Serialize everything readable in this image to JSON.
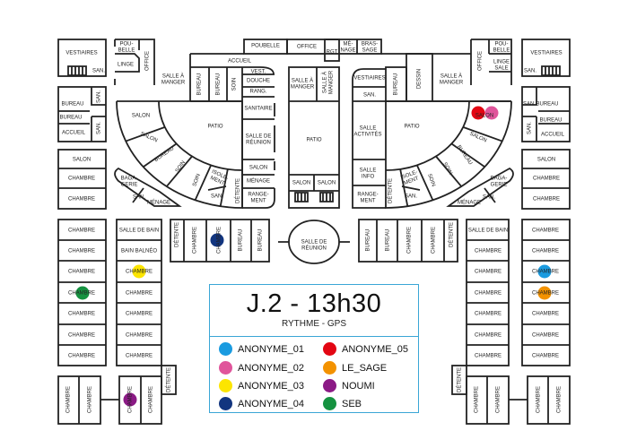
{
  "legend": {
    "title": "J.2 - 13h30",
    "subtitle": "RYTHME - GPS",
    "items": [
      {
        "name": "ANONYME_01",
        "color": "#1a9be0"
      },
      {
        "name": "ANONYME_02",
        "color": "#e0559b"
      },
      {
        "name": "ANONYME_03",
        "color": "#fce500"
      },
      {
        "name": "ANONYME_04",
        "color": "#12357f"
      },
      {
        "name": "ANONYME_05",
        "color": "#e30613"
      },
      {
        "name": "LE_SAGE",
        "color": "#f39200"
      },
      {
        "name": "NOUMI",
        "color": "#8b1a85"
      },
      {
        "name": "SEB",
        "color": "#159240"
      }
    ]
  },
  "rooms": [
    "VESTIAIRES",
    "SAN.",
    [
      "POU-",
      "BELLE"
    ],
    "LINGE",
    "OFFICE",
    [
      "SALLE À",
      "MANGER"
    ],
    "POUBELLE",
    "ACCUEIL",
    "BUREAU",
    "BUREAU",
    "SOIN",
    "VEST.",
    "DOUCHE",
    "RANG.",
    "SANITAIRE",
    [
      "SALLE DE",
      "RÉUNION"
    ],
    "SALON",
    "MÉNAGE",
    [
      "RANGE-",
      "MENT"
    ],
    "DÉTENTE",
    "PATIO",
    "SALON",
    "SALON",
    "BUREAU",
    "SOIN",
    "SOIN",
    [
      "ISOLE-",
      "MENT"
    ],
    "SAN.",
    [
      "BAGA-",
      "GERIE"
    ],
    "SAN.",
    "MÉNAGE",
    "BUREAU",
    "SAN.",
    "BUREAU",
    "ACCUEIL",
    "SAN.",
    "SALON",
    "CHAMBRE",
    "CHAMBRE",
    "OFFICE",
    "RGT",
    [
      "MÉ-",
      "NAGE"
    ],
    [
      "BRAS-",
      "SAGE"
    ],
    [
      "SALLE À",
      "MANGER"
    ],
    [
      "SALLE À",
      "MANGER"
    ],
    "PATIO",
    "SALON",
    "SALON",
    [
      "SALLE DE",
      "RÉUNION"
    ],
    "VESTIAIRES",
    "SAN.",
    "BUREAU",
    "DESSIN",
    [
      "SALLE À",
      "MANGER"
    ],
    "OFFICE",
    [
      "POU-",
      "BELLE"
    ],
    [
      "LINGE",
      "SALE"
    ],
    "VESTIAIRES",
    "SAN.",
    [
      "SALLE",
      "ACTIVITÉS"
    ],
    [
      "SALLE",
      "INFO"
    ],
    [
      "RANGE-",
      "MENT"
    ],
    "DÉTENTE",
    "PATIO",
    "SALON",
    "SALON",
    "BUREAU",
    "SOIN",
    "SOIN",
    [
      "ISOLE-",
      "MENT"
    ],
    "SAN.",
    [
      "BAGA-",
      "GERIE"
    ],
    "SAN.",
    "MÉNAGE",
    "SAN.",
    "BUREAU",
    "BUREAU",
    "SAN.",
    "ACCUEIL",
    "SALON",
    "CHAMBRE",
    "CHAMBRE",
    "CHAMBRE",
    "CHAMBRE",
    "CHAMBRE",
    "CHAMBRE",
    "CHAMBRE",
    "CHAMBRE",
    "CHAMBRE",
    "SALLE DE BAIN",
    "BAIN BALNÉO",
    "CHAMBRE",
    "CHAMBRE",
    "CHAMBRE",
    "CHAMBRE",
    "CHAMBRE",
    "DÉTENTE",
    "CHAMBRE",
    "CHAMBRE",
    "CHAMBRE",
    "CHAMBRE",
    "DÉTENTE",
    "CHAMBRE",
    "CHAMBRE",
    "BUREAU",
    "BUREAU",
    "BUREAU",
    "BUREAU",
    "CHAMBRE",
    "CHAMBRE",
    "DÉTENTE",
    "SALLE DE BAIN",
    "CHAMBRE",
    "CHAMBRE",
    "CHAMBRE",
    "CHAMBRE",
    "CHAMBRE",
    "CHAMBRE",
    "CHAMBRE",
    "CHAMBRE",
    "CHAMBRE",
    "CHAMBRE",
    "CHAMBRE",
    "CHAMBRE",
    "CHAMBRE",
    "DÉTENTE",
    "CHAMBRE",
    "CHAMBRE",
    "CHAMBRE",
    "CHAMBRE"
  ]
}
